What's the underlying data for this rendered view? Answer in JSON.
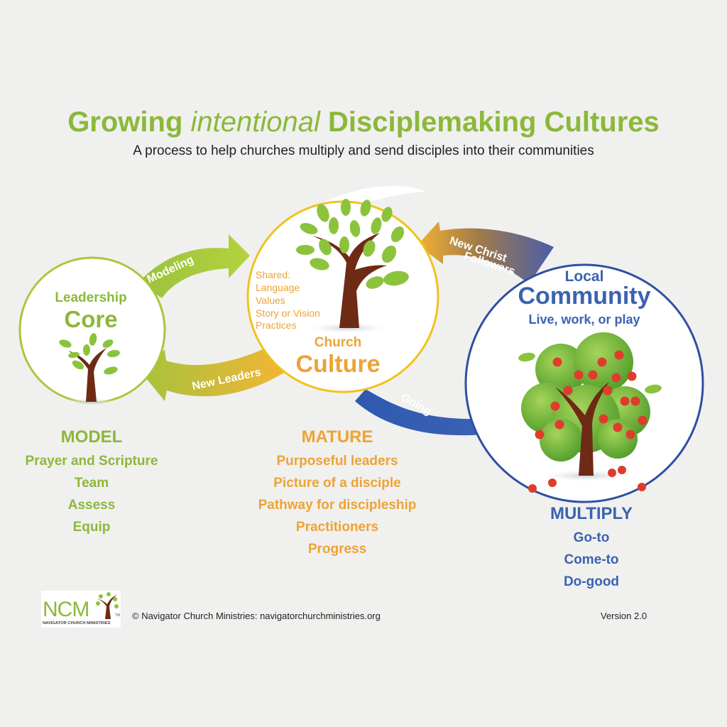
{
  "title": {
    "before": "Growing ",
    "italic": "intentional",
    "after": " Disciplemaking Cultures"
  },
  "subtitle": "A process to help churches multiply and send disciples into their communities",
  "circles": {
    "leadership": {
      "line1": "Leadership",
      "line2": "Core"
    },
    "church": {
      "shared_lines": [
        "Shared:",
        "Language",
        "Values",
        "Story or Vision",
        "Practices"
      ],
      "line1": "Church",
      "line2": "Culture"
    },
    "community": {
      "line1": "Local",
      "line2": "Community",
      "line3": "Live, work, or play"
    }
  },
  "arrows": {
    "modeling": "Modeling",
    "new_leaders": "New Leaders",
    "going": "Going",
    "new_christ_1": "New Christ",
    "new_christ_2": "Followers"
  },
  "model": {
    "heading": "MODEL",
    "items": [
      "Prayer and Scripture",
      "Team",
      "Assess",
      "Equip"
    ]
  },
  "mature": {
    "heading": "MATURE",
    "items": [
      "Purposeful leaders",
      "Picture of a disciple",
      "Pathway for discipleship",
      "Practitioners",
      "Progress"
    ]
  },
  "multiply": {
    "heading": "MULTIPLY",
    "items": [
      "Go-to",
      "Come-to",
      "Do-good"
    ]
  },
  "logo": {
    "letters": "NCM",
    "tagline": "NAVIGATOR CHURCH MINISTRIES",
    "tm": "TM"
  },
  "footer": {
    "copyright": "© Navigator Church Ministries: navigatorchurchministries.org",
    "version": "Version 2.0"
  },
  "colors": {
    "green": "#8cb83a",
    "orange": "#eda335",
    "blue": "#3a63b0",
    "trunk": "#6e2a14"
  }
}
